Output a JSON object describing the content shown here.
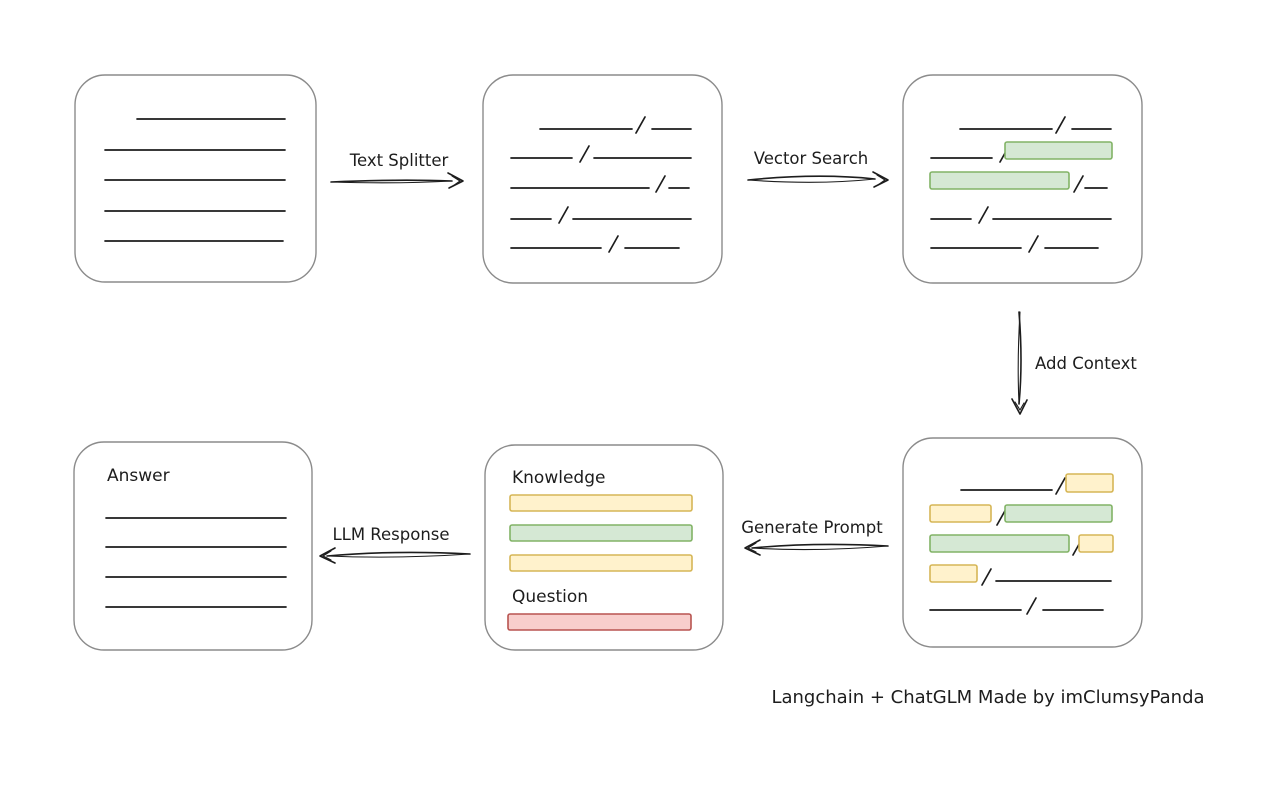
{
  "diagram": {
    "arrows": {
      "text_splitter": {
        "label": "Text Splitter",
        "direction": "right"
      },
      "vector_search": {
        "label": "Vector Search",
        "direction": "right"
      },
      "add_context": {
        "label": "Add Context",
        "direction": "down"
      },
      "generate_prompt": {
        "label": "Generate Prompt",
        "direction": "left"
      },
      "llm_response": {
        "label": "LLM Response",
        "direction": "left"
      }
    },
    "nodes": {
      "source_document": {
        "text_lines": 5
      },
      "split_chunks": {
        "rows": 5
      },
      "search_results": {
        "rows": 5,
        "green_highlight_rows": [
          2,
          3
        ]
      },
      "context_chunks": {
        "rows": 5,
        "green_highlight_rows": [
          2,
          3
        ],
        "yellow_highlight_rows": [
          1,
          2,
          3,
          4
        ]
      },
      "prompt": {
        "knowledge_label": "Knowledge",
        "knowledge_bars": [
          "yellow",
          "green",
          "yellow"
        ],
        "question_label": "Question",
        "question_bars": [
          "red"
        ]
      },
      "answer": {
        "label": "Answer",
        "text_lines": 4
      }
    },
    "footer": {
      "credit": "Langchain + ChatGLM Made by imClumsyPanda"
    },
    "colors": {
      "green_fill": "#d5e8d4",
      "green_stroke": "#82b366",
      "yellow_fill": "#fff2cc",
      "yellow_stroke": "#d6b656",
      "red_fill": "#f8cecc",
      "red_stroke": "#b85450",
      "box_stroke": "#8b8b8b",
      "ink": "#1d1d1d"
    }
  }
}
